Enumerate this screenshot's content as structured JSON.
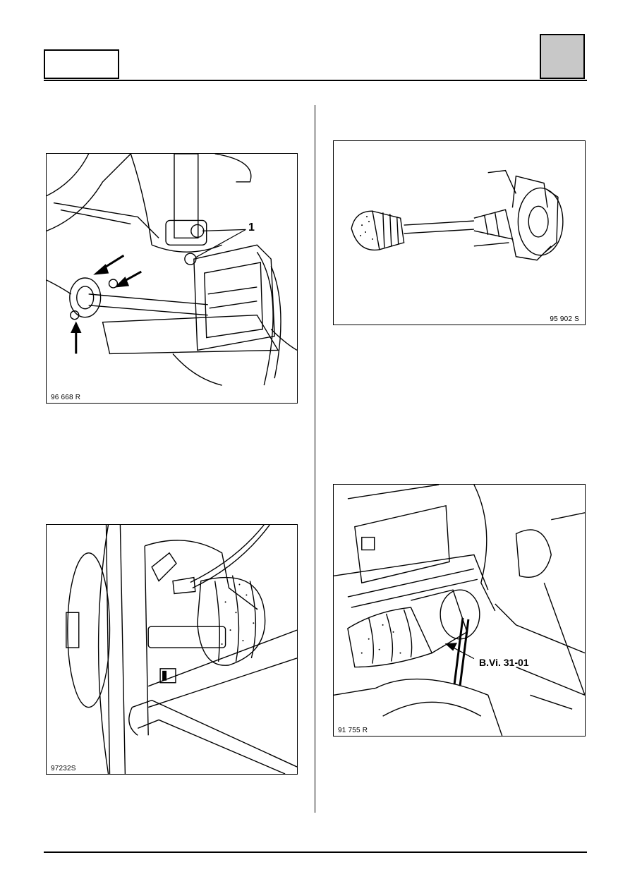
{
  "figures": [
    {
      "id_label": "96 668  R",
      "callout": "1"
    },
    {
      "id_label": "95 902 S"
    },
    {
      "id_label": "97232S"
    },
    {
      "id_label": "91 755 R",
      "callout": "B.Vi. 31-01"
    }
  ]
}
